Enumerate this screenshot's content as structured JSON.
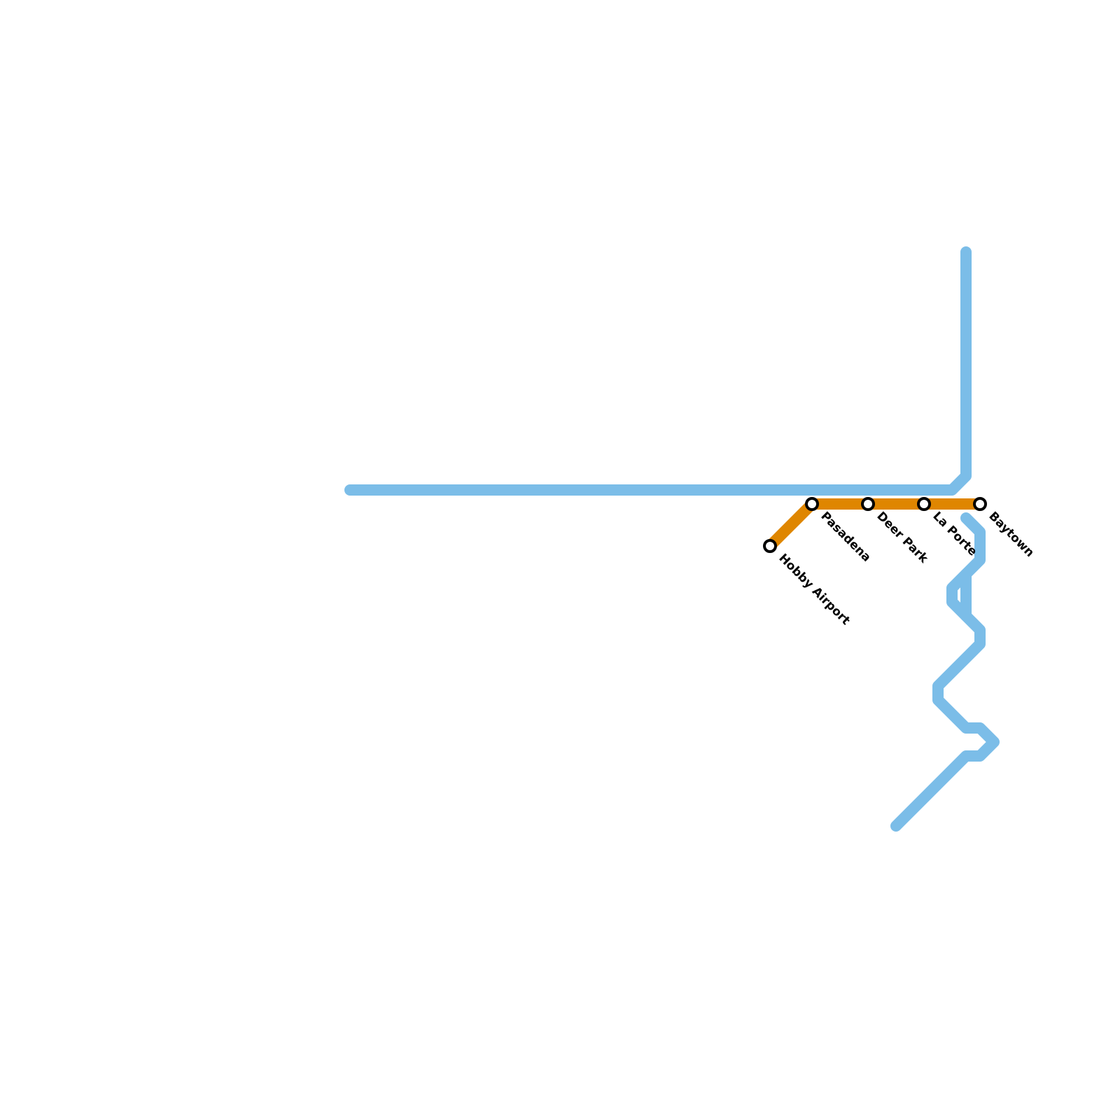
{
  "colors": {
    "background": "#ffffff",
    "blue_line": "#7bbde8",
    "orange_line": "#df8600",
    "station_fill": "#ffffff",
    "station_stroke": "#000000"
  },
  "lines": [
    {
      "id": "blue",
      "color": "#7bbde8"
    },
    {
      "id": "orange",
      "color": "#df8600"
    }
  ],
  "stations": [
    {
      "id": "hobby-airport",
      "label": "Hobby Airport"
    },
    {
      "id": "pasadena",
      "label": "Pasadena"
    },
    {
      "id": "deer-park",
      "label": "Deer Park"
    },
    {
      "id": "la-porte",
      "label": "La Porte"
    },
    {
      "id": "baytown",
      "label": "Baytown"
    }
  ]
}
